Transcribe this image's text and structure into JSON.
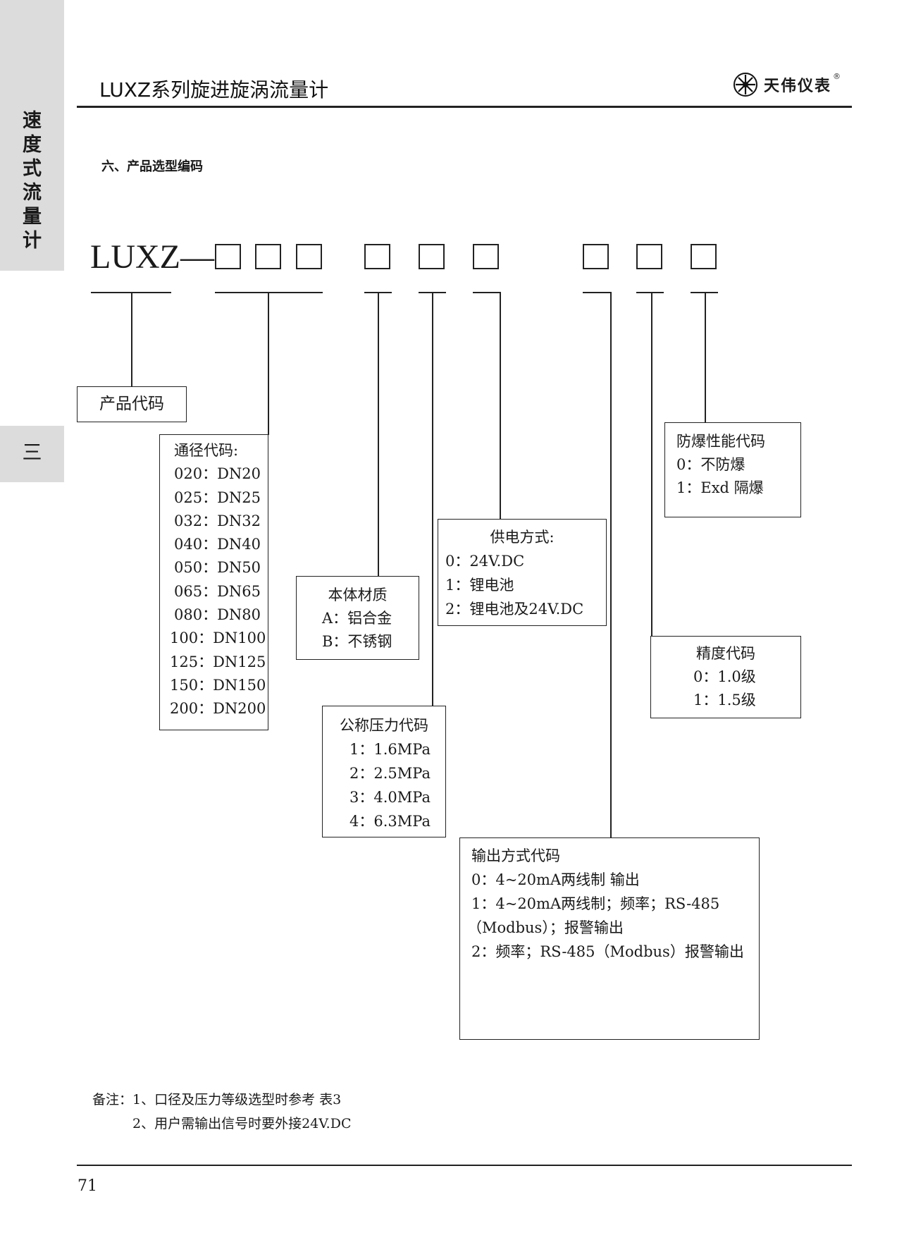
{
  "header": {
    "title": "LUXZ系列旋进旋涡流量计",
    "logo_text": "天伟仪表",
    "logo_mark": "®"
  },
  "side": {
    "vertical_chars": [
      "速",
      "度",
      "式",
      "流",
      "量",
      "计"
    ],
    "chapter": "三"
  },
  "section_heading": "六、产品选型编码",
  "model_prefix": "LUXZ—",
  "boxes": {
    "product_code": {
      "title": "产品代码"
    },
    "diameter": {
      "title": "通径代码:",
      "items": [
        "020：DN20",
        "025：DN25",
        "032：DN32",
        "040：DN40",
        "050：DN50",
        "065：DN65",
        "080：DN80",
        "100：DN100",
        "125：DN125",
        "150：DN150",
        "200：DN200"
      ]
    },
    "material": {
      "title": "本体材质",
      "items": [
        "A：铝合金",
        "B：不锈钢"
      ]
    },
    "pressure": {
      "title": "公称压力代码",
      "items": [
        "1：1.6MPa",
        "2：2.5MPa",
        "3：4.0MPa",
        "4：6.3MPa"
      ]
    },
    "power": {
      "title": "供电方式:",
      "items": [
        "0：24V.DC",
        "1：锂电池",
        "2：锂电池及24V.DC"
      ]
    },
    "output": {
      "title": "输出方式代码",
      "items": [
        "0：4~20mA两线制 输出",
        "1：4~20mA两线制；频率；RS-485",
        "（Modbus）；报警输出",
        "2：频率；RS-485（Modbus）报警输出"
      ]
    },
    "accuracy": {
      "title": "精度代码",
      "items": [
        "0：1.0级",
        "1：1.5级"
      ]
    },
    "explosion": {
      "title": "防爆性能代码",
      "items": [
        "0：不防爆",
        "1：Exd 隔爆"
      ]
    }
  },
  "notes": [
    "备注：1、口径及压力等级选型时参考 表3",
    "　　　2、用户需输出信号时要外接24V.DC"
  ],
  "page_number": "71",
  "colors": {
    "side_tab": "#dcdcdc",
    "ink": "#1a1a1a"
  },
  "icons": {
    "logo": "star-wheel-icon"
  }
}
